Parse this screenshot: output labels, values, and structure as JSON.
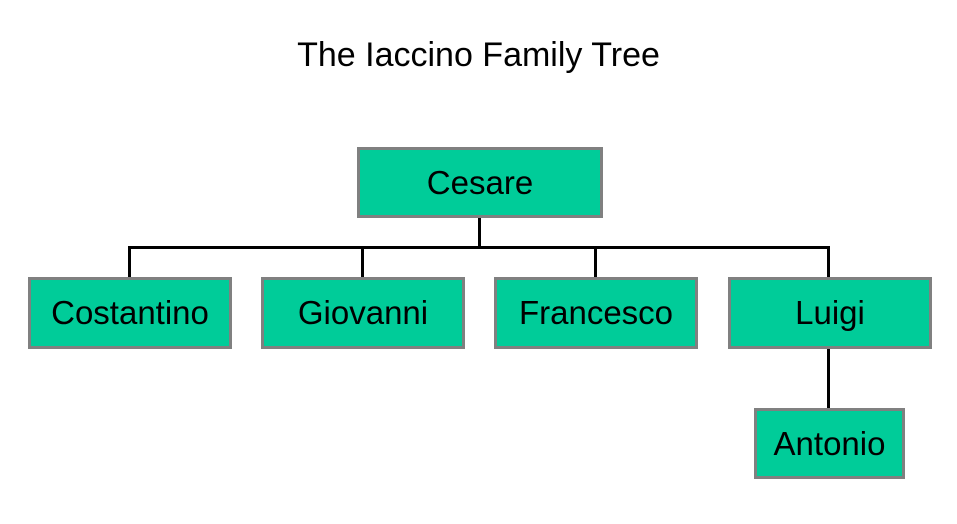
{
  "title": "The Iaccino Family Tree",
  "root": "Cesare",
  "children": [
    "Costantino",
    "Giovanni",
    "Francesco",
    "Luigi"
  ],
  "grandchild": "Antonio",
  "colors": {
    "box_fill": "#00CC99",
    "box_border": "#808080",
    "line": "#000000"
  }
}
